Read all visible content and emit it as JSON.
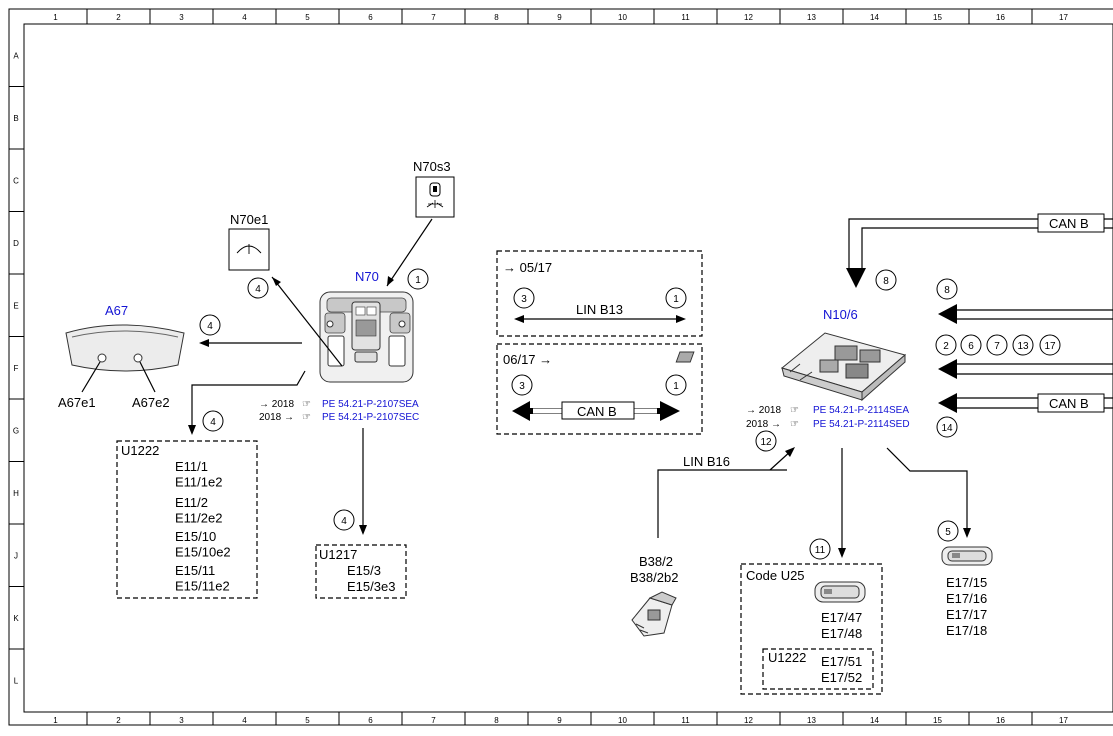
{
  "grid": {
    "cols": [
      "1",
      "2",
      "3",
      "4",
      "5",
      "6",
      "7",
      "8",
      "9",
      "10",
      "11",
      "12",
      "13",
      "14",
      "15",
      "16",
      "17"
    ],
    "rows": [
      "A",
      "B",
      "C",
      "D",
      "E",
      "F",
      "G",
      "H",
      "J",
      "K",
      "L"
    ]
  },
  "components": {
    "n70s3": "N70s3",
    "n70e1": "N70e1",
    "n70": "N70",
    "a67": "A67",
    "a67e1": "A67e1",
    "a67e2": "A67e2",
    "n10_6": "N10/6",
    "b38_2": "B38/2",
    "b38_2b2": "B38/2b2"
  },
  "refs": {
    "n70_pre": "→ 2018",
    "n70_pre_doc": "PE 54.21-P-2107SEA",
    "n70_post": "2018 →",
    "n70_post_doc": "PE 54.21-P-2107SEC",
    "n10_pre": "→ 2018",
    "n10_pre_doc": "PE 54.21-P-2114SEA",
    "n10_post": "2018 →",
    "n10_post_doc": "PE 54.21-P-2114SED"
  },
  "buses": {
    "lin_b13": "LIN B13",
    "can_b": "CAN B",
    "lin_b16": "LIN B16",
    "date_upto": "→ 05/17",
    "date_from": "06/17  →"
  },
  "boxes": {
    "u1222_title": "U1222",
    "u1222_items": [
      "E11/1",
      "E11/1e2",
      "E11/2",
      "E11/2e2",
      "E15/10",
      "E15/10e2",
      "E15/11",
      "E15/11e2"
    ],
    "u1217_title": "U1217",
    "u1217_items": [
      "E15/3",
      "E15/3e3"
    ],
    "code_u25": "Code U25",
    "u25_items": [
      "E17/47",
      "E17/48"
    ],
    "u25_u1222": "U1222",
    "u25_u1222_items": [
      "E17/51",
      "E17/52"
    ],
    "e17_items": [
      "E17/15",
      "E17/16",
      "E17/17",
      "E17/18"
    ]
  },
  "circles": {
    "c1": "1",
    "c2": "2",
    "c3": "3",
    "c4": "4",
    "c5": "5",
    "c6": "6",
    "c7": "7",
    "c8": "8",
    "c11": "11",
    "c12": "12",
    "c13": "13",
    "c14": "14",
    "c17": "17"
  },
  "colors": {
    "link_blue": "#1414d4",
    "line": "#000000"
  }
}
